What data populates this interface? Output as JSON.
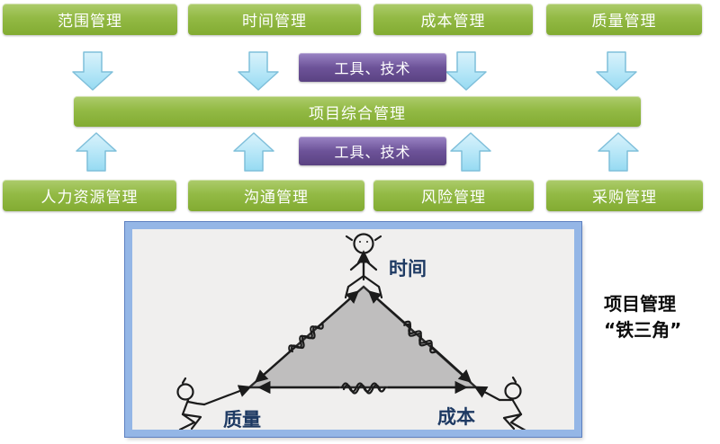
{
  "top_row": [
    {
      "label": "范围管理"
    },
    {
      "label": "时间管理"
    },
    {
      "label": "成本管理"
    },
    {
      "label": "质量管理"
    }
  ],
  "tools_top": {
    "label": "工具、技术"
  },
  "integration": {
    "label": "项目综合管理"
  },
  "tools_bottom": {
    "label": "工具、技术"
  },
  "bottom_row": [
    {
      "label": "人力资源管理"
    },
    {
      "label": "沟通管理"
    },
    {
      "label": "风险管理"
    },
    {
      "label": "采购管理"
    }
  ],
  "triangle_figure": {
    "top_vertex_label": "时间",
    "left_vertex_label": "质量",
    "right_vertex_label": "成本"
  },
  "caption": {
    "line1": "项目管理",
    "line2": "“铁三角”"
  },
  "colors": {
    "box_green": "#93ba45",
    "box_purple": "#6d5399",
    "arrow_blue": "#a5dff4",
    "frame_blue": "#94b6e6",
    "vertex_label_navy": "#1e3a63"
  }
}
